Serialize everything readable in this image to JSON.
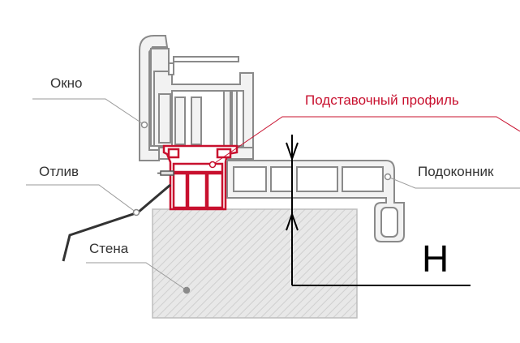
{
  "labels": {
    "okno": "Окно",
    "podstavochny": "Подставочный профиль",
    "otliv": "Отлив",
    "podokonnik": "Подоконник",
    "stena": "Стена",
    "h": "H"
  },
  "colors": {
    "profile_highlight": "#c8102e",
    "frame_stroke": "#8a8a8a",
    "frame_fill": "#f1f1f1",
    "wall_fill": "#e6e6e6",
    "leader": "#9a9a9a",
    "sill_strip": "#333333",
    "dimension": "#000000"
  }
}
